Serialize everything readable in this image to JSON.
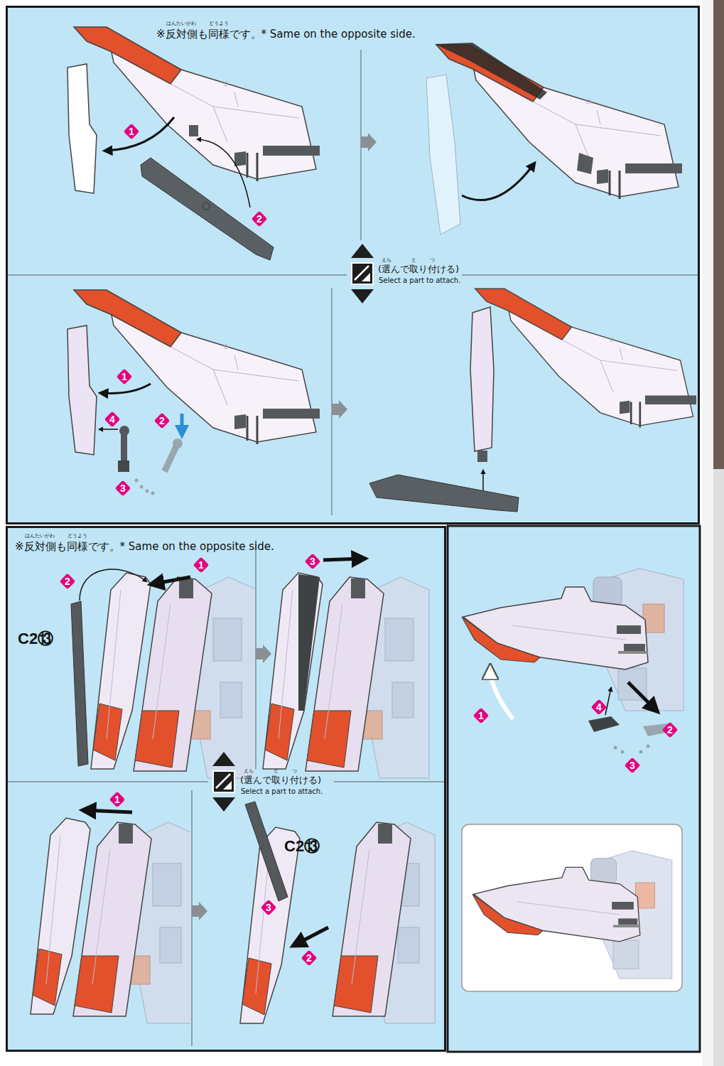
{
  "diagram": {
    "nodes": [
      {
        "text": [
          "※反対側も同様です。* Same on the opposite side."
        ]
      },
      {
        "text": [
          "※反対側も同様です。* Same on the opposite side."
        ]
      }
    ],
    "labels": [
      "はんたいがわ",
      "どうよう",
      "1",
      "2",
      "えら",
      "と",
      "つ",
      "(選んで取り付ける)",
      "Select a part to attach.",
      "1",
      "2",
      "4",
      "3",
      "はんたいがわ",
      "どうよう",
      "2",
      "1",
      "C2⑬",
      "3",
      "えら",
      "と",
      "つ",
      "(選んで取り付ける)",
      "Select a part to attach.",
      "1",
      "C2⑬",
      "3",
      "2",
      "1",
      "2",
      "4",
      "3"
    ]
  }
}
